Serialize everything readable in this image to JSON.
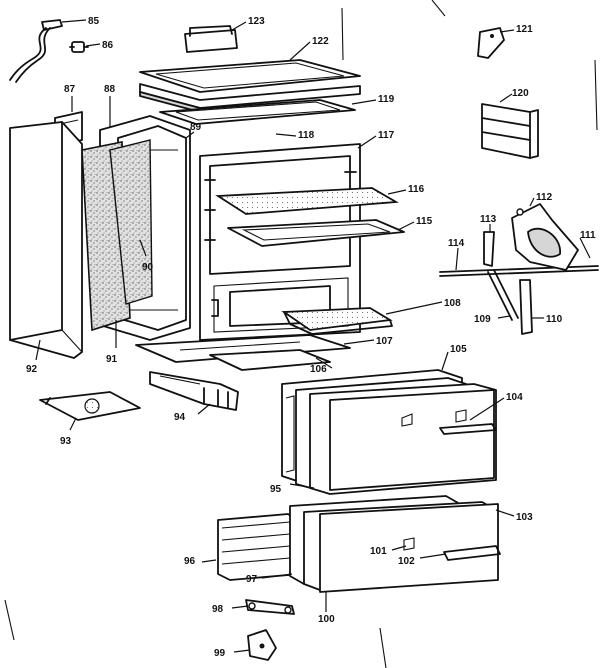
{
  "parts": [
    {
      "id": "part-85",
      "number": "85"
    },
    {
      "id": "part-86",
      "number": "86"
    },
    {
      "id": "part-87",
      "number": "87"
    },
    {
      "id": "part-88",
      "number": "88"
    },
    {
      "id": "part-89",
      "number": "89"
    },
    {
      "id": "part-90",
      "number": "90"
    },
    {
      "id": "part-91",
      "number": "91"
    },
    {
      "id": "part-92",
      "number": "92"
    },
    {
      "id": "part-93",
      "number": "93"
    },
    {
      "id": "part-94",
      "number": "94"
    },
    {
      "id": "part-95",
      "number": "95"
    },
    {
      "id": "part-96",
      "number": "96"
    },
    {
      "id": "part-97",
      "number": "97"
    },
    {
      "id": "part-98",
      "number": "98"
    },
    {
      "id": "part-99",
      "number": "99"
    },
    {
      "id": "part-100",
      "number": "100"
    },
    {
      "id": "part-101",
      "number": "101"
    },
    {
      "id": "part-102",
      "number": "102"
    },
    {
      "id": "part-103",
      "number": "103"
    },
    {
      "id": "part-104",
      "number": "104"
    },
    {
      "id": "part-105",
      "number": "105"
    },
    {
      "id": "part-106",
      "number": "106"
    },
    {
      "id": "part-107",
      "number": "107"
    },
    {
      "id": "part-108",
      "number": "108"
    },
    {
      "id": "part-109",
      "number": "109"
    },
    {
      "id": "part-110",
      "number": "110"
    },
    {
      "id": "part-111",
      "number": "111"
    },
    {
      "id": "part-112",
      "number": "112"
    },
    {
      "id": "part-113",
      "number": "113"
    },
    {
      "id": "part-114",
      "number": "114"
    },
    {
      "id": "part-115",
      "number": "115"
    },
    {
      "id": "part-116",
      "number": "116"
    },
    {
      "id": "part-117",
      "number": "117"
    },
    {
      "id": "part-118",
      "number": "118"
    },
    {
      "id": "part-119",
      "number": "119"
    },
    {
      "id": "part-120",
      "number": "120"
    },
    {
      "id": "part-121",
      "number": "121"
    },
    {
      "id": "part-122",
      "number": "122"
    },
    {
      "id": "part-123",
      "number": "123"
    }
  ]
}
